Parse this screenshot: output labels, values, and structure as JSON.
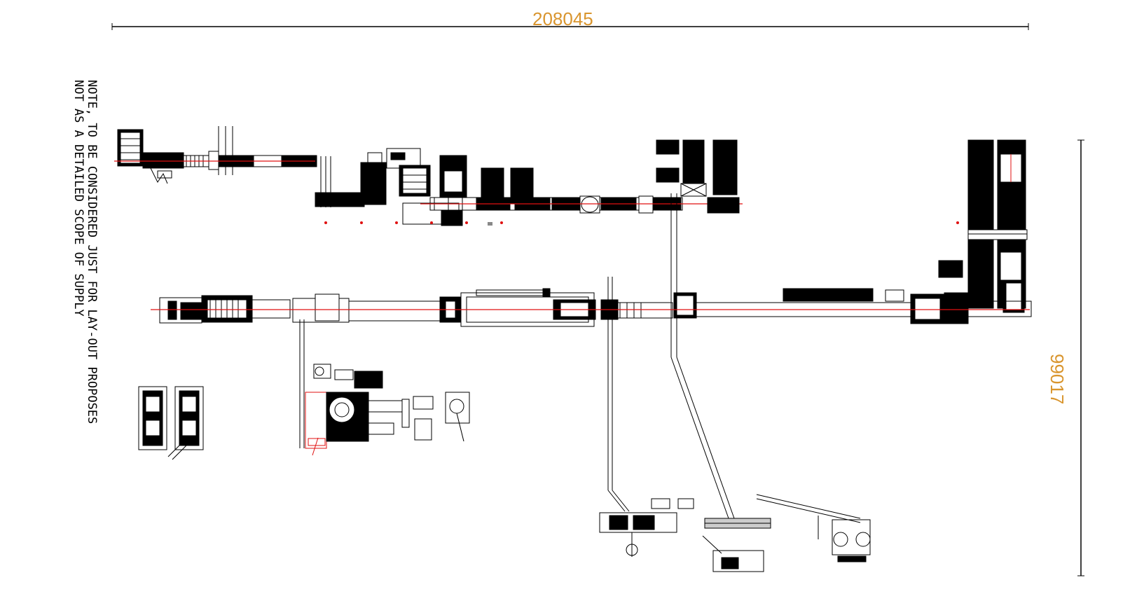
{
  "dimensions": {
    "width_value": "208045",
    "height_value": "99017",
    "dimension_color": "#d9952e"
  },
  "note": {
    "line1": "NOTE, TO BE CONSIDERED JUST FOR LAY-OUT PROPOSES",
    "line2": "NOT AS A DETAILED SCOPE OF SUPPLY"
  },
  "colors": {
    "linework": "#000000",
    "centerline": "#e01010",
    "background": "#ffffff"
  }
}
